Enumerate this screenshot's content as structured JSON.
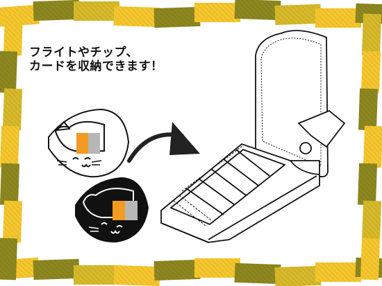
{
  "caption": {
    "line1": "フライトやチップ、",
    "line2": "カードを収納できます！"
  },
  "colors": {
    "tape_yellow": "#f6c72d",
    "tape_olive": "#8d8720",
    "tape_gold": "#d7b92a",
    "cat_patch_orange": "#f29a22",
    "cat_patch_gray": "#b7b7b7",
    "ink": "#111111"
  },
  "icons": [
    "cat-flight-white",
    "cat-flight-black",
    "curved-arrow",
    "flight-case"
  ]
}
